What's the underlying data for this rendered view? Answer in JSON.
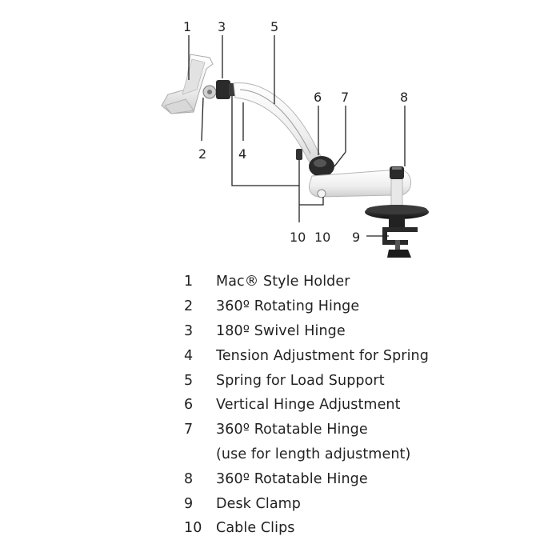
{
  "diagram": {
    "callouts": [
      "1",
      "2",
      "3",
      "4",
      "5",
      "6",
      "7",
      "8",
      "9",
      "10",
      "10"
    ]
  },
  "legend": {
    "items": [
      {
        "num": "1",
        "text": "Mac® Style Holder"
      },
      {
        "num": "2",
        "text": "360º Rotating Hinge"
      },
      {
        "num": "3",
        "text": "180º Swivel Hinge"
      },
      {
        "num": "4",
        "text": "Tension Adjustment for Spring"
      },
      {
        "num": "5",
        "text": "Spring for Load Support"
      },
      {
        "num": "6",
        "text": "Vertical Hinge Adjustment"
      },
      {
        "num": "7",
        "text": "360º Rotatable Hinge"
      },
      {
        "num": "",
        "text": "(use for length adjustment)"
      },
      {
        "num": "8",
        "text": "360º Rotatable Hinge"
      },
      {
        "num": "9",
        "text": "Desk Clamp"
      },
      {
        "num": "10",
        "text": "Cable Clips"
      }
    ]
  },
  "colors": {
    "arm_white": "#f2f2f2",
    "arm_outline": "#c8c8c8",
    "joint_dark": "#2a2a2a",
    "line": "#222222"
  }
}
